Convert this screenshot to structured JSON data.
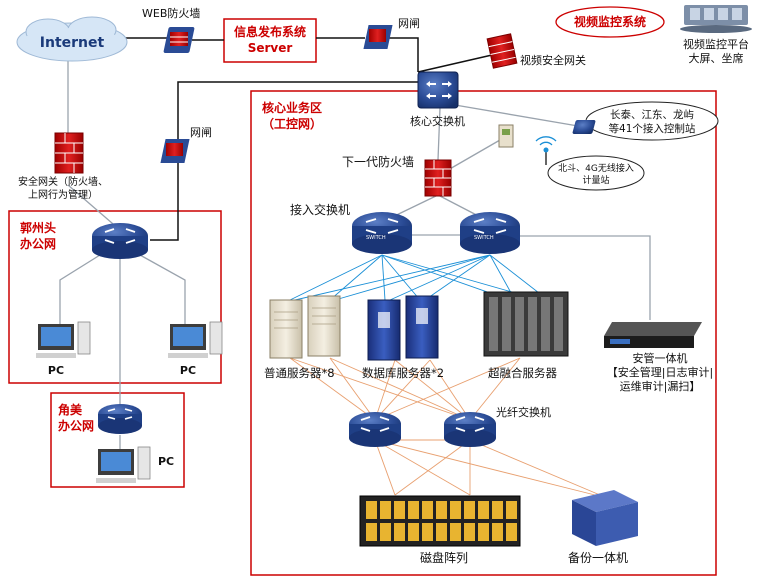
{
  "internet": "Internet",
  "web_firewall": "WEB防火墙",
  "info_system": {
    "name": "信息发布系统",
    "server": "Server"
  },
  "gatekeeper_top": "网闸",
  "video_monitor_system": "视频监控系统",
  "video_platform": {
    "line1": "视频监控平台",
    "line2": "大屏、坐席"
  },
  "video_security_gateway": "视频安全网关",
  "core_zone": {
    "line1": "核心业务区",
    "line2": "（工控网）"
  },
  "core_switch": "核心交换机",
  "control_stations": {
    "line1": "长泰、江东、龙屿",
    "line2": "等41个接入控制站"
  },
  "gatekeeper_left": "网闸",
  "security_gateway": {
    "line1": "安全网关（防火墙、",
    "line2": "上网行为管理）"
  },
  "ngfw": "下一代防火墙",
  "beidou": {
    "line1": "北斗、4G无线接入",
    "line2": "计量站"
  },
  "access_switch": "接入交换机",
  "office_a": {
    "line1": "郭州头",
    "line2": "办公网"
  },
  "office_b": {
    "line1": "角美",
    "line2": "办公网"
  },
  "pc_label": "PC",
  "normal_servers": "普通服务器*8",
  "db_servers": "数据库服务器*2",
  "hyper_servers": "超融合服务器",
  "security_mgmt": {
    "line1": "安管一体机",
    "line2": "【安全管理|日志审计|",
    "line3": "运维审计|漏扫】"
  },
  "fiber_switch": "光纤交换机",
  "disk_array": "磁盘阵列",
  "backup": "备份一体机",
  "switch_badge": "SWITCH",
  "colors": {
    "red": "#cc0000",
    "cyan": "#1a8fd6",
    "orange": "#e8a070",
    "switch": "#1f3f86"
  }
}
